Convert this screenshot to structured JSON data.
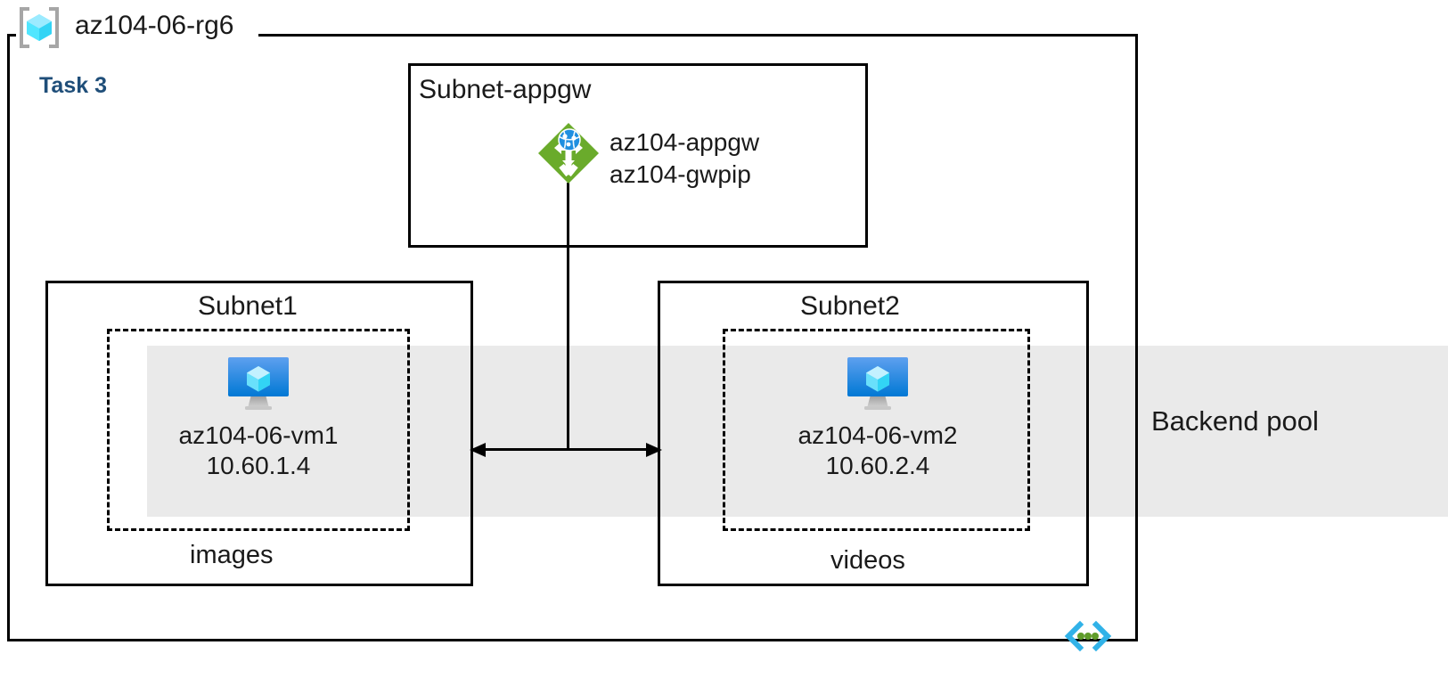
{
  "diagram": {
    "resource_group": {
      "name": "az104-06-rg6",
      "icon": "resource-group-icon",
      "task_label": "Task 3",
      "task_color": "#1f4e79"
    },
    "backend_pool": {
      "label": "Backend pool",
      "band_color": "#eaeaea"
    },
    "subnets": [
      {
        "id": "subnet-appgw",
        "title": "Subnet-appgw",
        "resources": [
          {
            "icon": "application-gateway-icon",
            "labels": [
              "az104-appgw",
              "az104-gwpip"
            ],
            "icon_colors": {
              "diamond": "#6aab2b",
              "globe": "#1f8fe0",
              "arrows": "#ffffff"
            }
          }
        ]
      },
      {
        "id": "subnet1",
        "title": "Subnet1",
        "caption": "images",
        "vm": {
          "icon": "virtual-machine-icon",
          "name": "az104-06-vm1",
          "ip": "10.60.1.4"
        }
      },
      {
        "id": "subnet2",
        "title": "Subnet2",
        "caption": "videos",
        "vm": {
          "icon": "virtual-machine-icon",
          "name": "az104-06-vm2",
          "ip": "10.60.2.4"
        }
      }
    ],
    "virtual_network_icon": {
      "name": "virtual-network-icon",
      "bracket_color": "#31b2e8",
      "dot_color": "#5f9c2a"
    },
    "connectors": [
      {
        "from": "az104-appgw",
        "to": "backend-pool-bus",
        "style": "solid-vertical"
      },
      {
        "from": "subnet1",
        "to": "subnet2",
        "style": "double-headed-horizontal-arrow"
      }
    ]
  }
}
